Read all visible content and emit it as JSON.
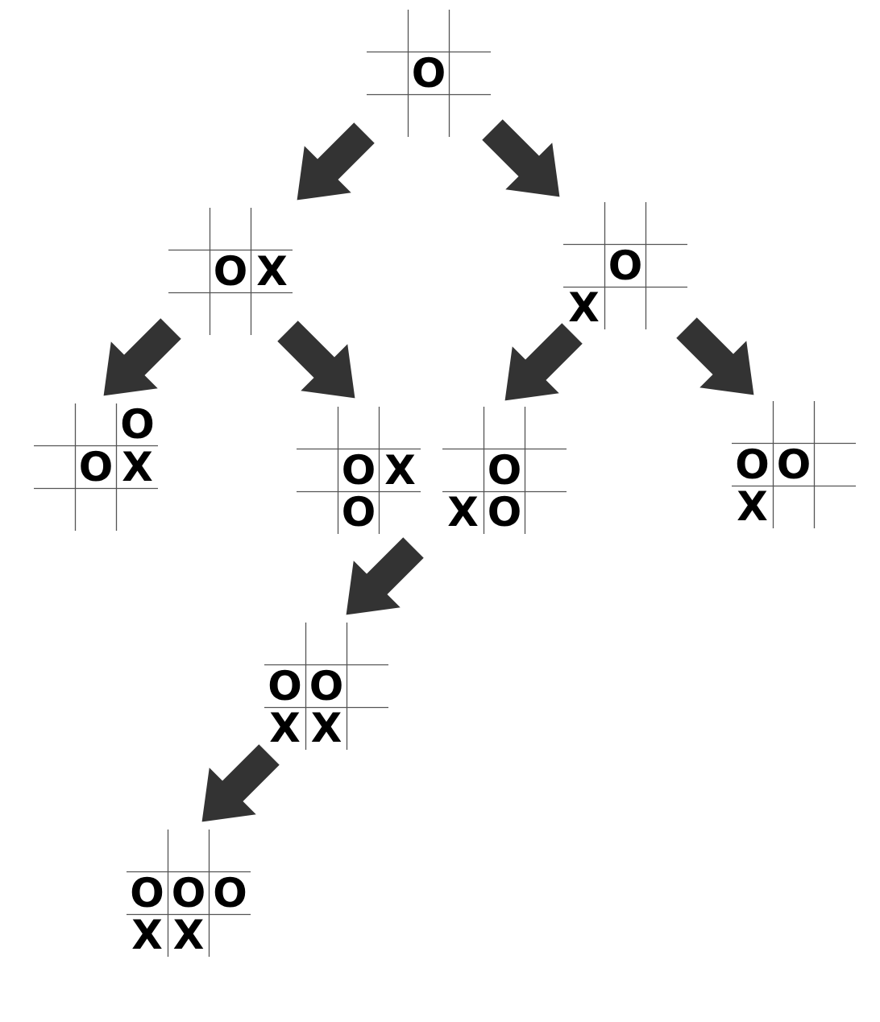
{
  "diagram": {
    "colors": {
      "grid": "#555555",
      "mark": "#000000",
      "arrow": "#333333"
    },
    "boards": [
      {
        "id": "root",
        "cells": [
          "",
          "",
          "",
          "",
          "O",
          "",
          "",
          "",
          ""
        ]
      },
      {
        "id": "b1",
        "cells": [
          "",
          "",
          "",
          "",
          "O",
          "X",
          "",
          "",
          ""
        ]
      },
      {
        "id": "b2",
        "cells": [
          "",
          "",
          "",
          "",
          "O",
          "",
          "X",
          "",
          ""
        ]
      },
      {
        "id": "b1a",
        "cells": [
          "",
          "",
          "O",
          "",
          "O",
          "X",
          "",
          "",
          ""
        ]
      },
      {
        "id": "b1b",
        "cells": [
          "",
          "",
          "",
          "",
          "O",
          "X",
          "",
          "O",
          ""
        ]
      },
      {
        "id": "b2a",
        "cells": [
          "",
          "",
          "",
          "",
          "O",
          "",
          "X",
          "O",
          ""
        ]
      },
      {
        "id": "b2b",
        "cells": [
          "",
          "",
          "",
          "O",
          "O",
          "",
          "X",
          "",
          ""
        ]
      },
      {
        "id": "b1b1",
        "cells": [
          "",
          "",
          "",
          "O",
          "O",
          "",
          "X",
          "X",
          ""
        ]
      },
      {
        "id": "b1b1a",
        "cells": [
          "",
          "",
          "",
          "O",
          "O",
          "O",
          "X",
          "X",
          ""
        ]
      }
    ],
    "arrows": [
      {
        "from": "root",
        "to": "b1",
        "direction": "down-left"
      },
      {
        "from": "root",
        "to": "b2",
        "direction": "down-right"
      },
      {
        "from": "b1",
        "to": "b1a",
        "direction": "down-left"
      },
      {
        "from": "b1",
        "to": "b1b",
        "direction": "down-right"
      },
      {
        "from": "b2",
        "to": "b2a",
        "direction": "down-left"
      },
      {
        "from": "b2",
        "to": "b2b",
        "direction": "down-right"
      },
      {
        "from": "b1b",
        "to": "b1b1",
        "direction": "down-left"
      },
      {
        "from": "b1b1",
        "to": "b1b1a",
        "direction": "down-left"
      }
    ]
  }
}
